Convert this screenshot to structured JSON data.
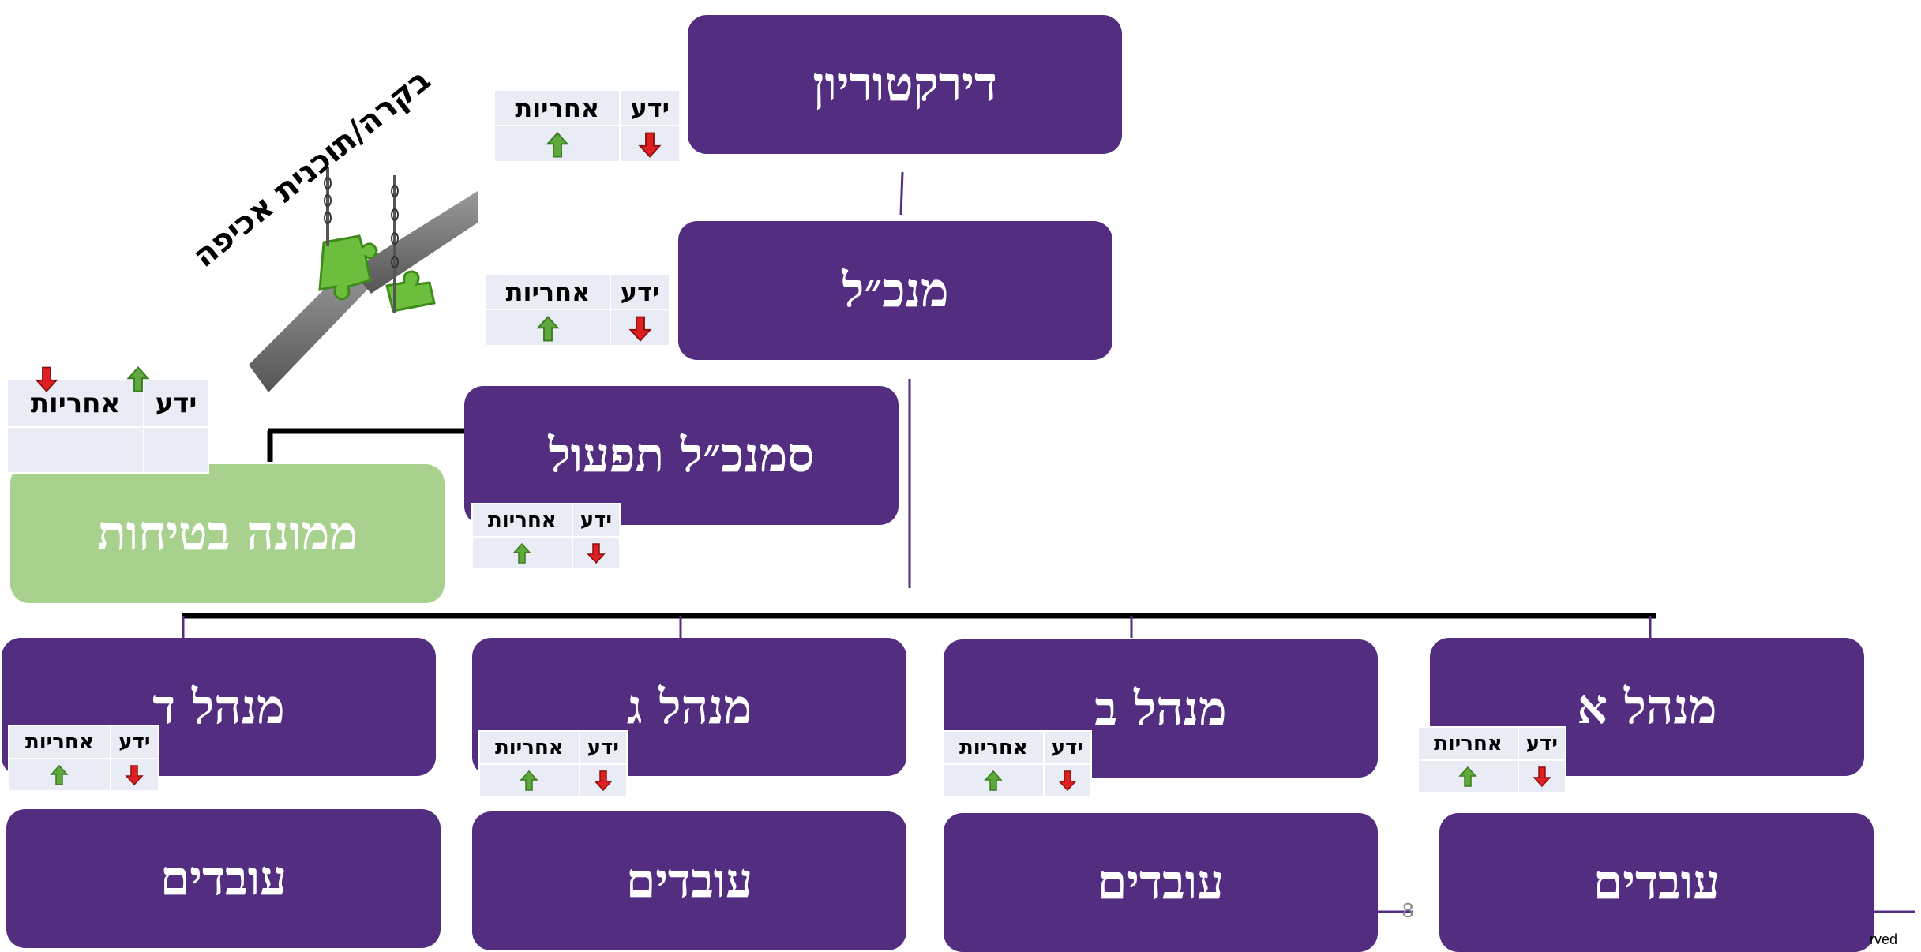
{
  "colors": {
    "box": "#522d80",
    "safety_box": "#a9d18e",
    "arrow_up": "#5fa83b",
    "arrow_down": "#e02020",
    "cell_bg": "#e9ecf4"
  },
  "boxes": {
    "directorate": "דירקטוריון",
    "ceo": "מנכ״ל",
    "deputy_ceo_ops": "סמנכ״ל תפעול",
    "safety_officer": "ממונה בטיחות",
    "manager_a": "מנהל א",
    "manager_b": "מנהל ב",
    "manager_c": "מנהל ג",
    "manager_d": "מנהל ד",
    "workers": [
      "עובדים",
      "עובדים",
      "עובדים",
      "עובדים"
    ]
  },
  "table_headers": {
    "knowledge": "ידע",
    "responsibility": "אחריות"
  },
  "arrows": {
    "knowledge": "down",
    "responsibility": "up",
    "safety_knowledge": "up",
    "safety_responsibility": "down"
  },
  "caption": "בקרה/תוכנית אכיפה",
  "image": {
    "icon": "puzzle-bridge-icon"
  },
  "footer": {
    "page_number": "8",
    "cropped_text": "rved"
  }
}
